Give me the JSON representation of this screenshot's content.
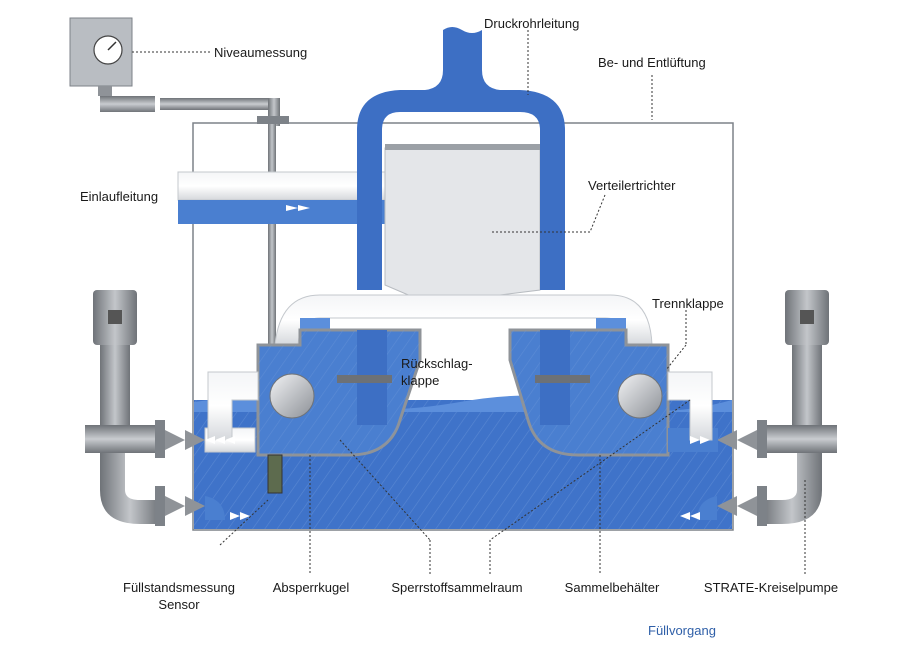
{
  "labels": {
    "druckrohrleitung": "Druckrohrleitung",
    "niveaumessung": "Niveaumessung",
    "be_entlueftung": "Be- und Entlüftung",
    "einlaufleitung": "Einlaufleitung",
    "verteilertrichter": "Verteilertrichter",
    "trennklappe": "Trennklappe",
    "rueckschlagklappe_line1": "Rückschlag-",
    "rueckschlagklappe_line2": "klappe",
    "fuellstandsmessung_line1": "Füllstandsmessung",
    "fuellstandsmessung_line2": "Sensor",
    "absperrkugel": "Absperrkugel",
    "sperrstoffsammelraum": "Sperrstoffsammelraum",
    "sammelbehaelter": "Sammelbehälter",
    "kreiselpumpe": "STRATE-Kreiselpumpe"
  },
  "caption": "Füllvorgang",
  "colors": {
    "pipe_blue": "#3d6fc4",
    "water_blue": "#4a7fd0",
    "water_light": "#7ea6e0",
    "steel_gray": "#8f9398",
    "funnel_gray": "#e4e6e9",
    "caption_blue": "#2f5fa8"
  }
}
